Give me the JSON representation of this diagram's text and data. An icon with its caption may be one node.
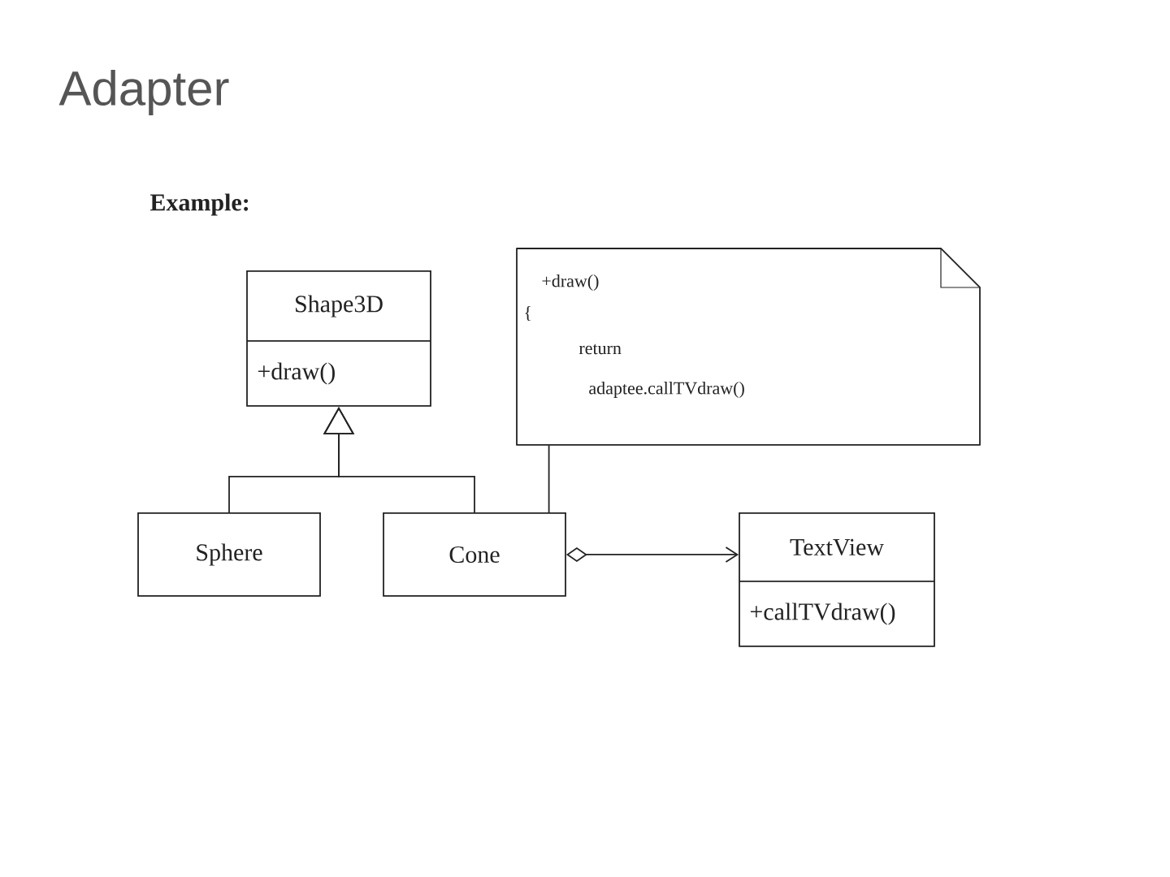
{
  "diagram": {
    "title": "Adapter",
    "nodes": [
      {
        "text": [
          "Shape3D",
          "+draw()"
        ]
      },
      {
        "text": [
          "+draw()",
          "{",
          "return",
          "adaptee.callTVdraw()"
        ]
      },
      {
        "text": [
          "Sphere"
        ]
      },
      {
        "text": [
          "Cone"
        ]
      },
      {
        "text": [
          "TextView",
          "+callTVdraw()"
        ]
      }
    ],
    "edges": [
      {
        "from": 2,
        "to": 0,
        "arrow": "to"
      },
      {
        "from": 3,
        "to": 0,
        "arrow": "to"
      },
      {
        "from": 1,
        "to": 3,
        "arrow": "none"
      },
      {
        "from": 3,
        "to": 4,
        "arrow": "to"
      }
    ],
    "labels": [
      "Example:"
    ]
  }
}
